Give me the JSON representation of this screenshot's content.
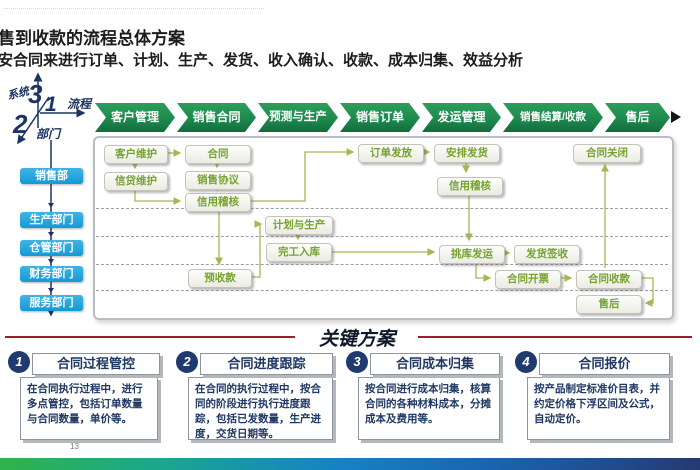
{
  "slide": {
    "title": "售到收款的流程总体方案",
    "subtitle": "安合同来进行订单、计划、生产、发货、收入确认、收款、成本归集、效益分析",
    "page_number": "13"
  },
  "axis": {
    "system_num": "3",
    "system_label": "系统",
    "process_num": "1",
    "process_label": "流程",
    "dept_num": "2",
    "dept_label": "部门"
  },
  "phases": [
    {
      "label": "客户管理"
    },
    {
      "label": "销售合同"
    },
    {
      "label": "预测与生产"
    },
    {
      "label": "销售订单"
    },
    {
      "label": "发运管理"
    },
    {
      "label": "销售结算/收款"
    },
    {
      "label": "售后"
    }
  ],
  "departments": [
    {
      "label": "销售部"
    },
    {
      "label": "生产部门"
    },
    {
      "label": "仓管部门"
    },
    {
      "label": "财务部门"
    },
    {
      "label": "服务部门"
    }
  ],
  "flow": {
    "boxes": [
      {
        "label": "客户维护"
      },
      {
        "label": "信贷维护"
      },
      {
        "label": "合同"
      },
      {
        "label": "销售协议"
      },
      {
        "label": "信用稽核"
      },
      {
        "label": "订单发放"
      },
      {
        "label": "安排发货"
      },
      {
        "label": "信用稽核"
      },
      {
        "label": "合同关闭"
      },
      {
        "label": "计划与生产"
      },
      {
        "label": "完工入库"
      },
      {
        "label": "挑库发运"
      },
      {
        "label": "发货签收"
      },
      {
        "label": "预收款"
      },
      {
        "label": "合同开票"
      },
      {
        "label": "合同收款"
      },
      {
        "label": "售后"
      }
    ]
  },
  "key_section": {
    "title": "关键方案",
    "items": [
      {
        "num": "1",
        "title": "合同过程管控",
        "body": "在合同执行过程中，进行多点管控，包括订单数量与合同数量，单价等。"
      },
      {
        "num": "2",
        "title": "合同进度跟踪",
        "body": "在合同的执行过程中，按合同的阶段进行执行进度跟踪，包括已发数量，生产进度，交货日期等。"
      },
      {
        "num": "3",
        "title": "合同成本归集",
        "body": "按合同进行成本归集，核算合同的各种材料成本，分摊成本及费用等。"
      },
      {
        "num": "4",
        "title": "合同报价",
        "body": "按产品制定标准价目表，并约定价格下浮区间及公式，自动定价。"
      }
    ]
  },
  "colors": {
    "phase_green": "#1d8a4e",
    "dept_blue": "#169bd7",
    "flow_text_green": "#76a22e",
    "connector_green": "#9fba52",
    "navy": "#1c3565",
    "divider_red": "#9c1d2d",
    "footer_green": "#2fb44b",
    "footer_blue": "#1583c5",
    "footer_navy": "#253a72"
  }
}
